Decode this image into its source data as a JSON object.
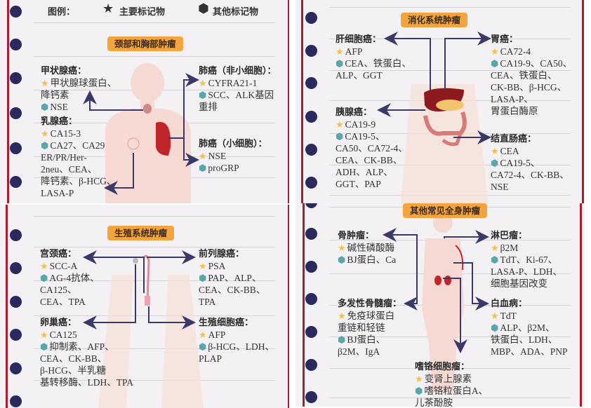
{
  "legend": {
    "label": "图例：",
    "main": "主要标记物",
    "other": "其他标记物"
  },
  "colors": {
    "border": "#a82030",
    "dot": "#2b2a5e",
    "title_bg": "#f4a43c",
    "star": "#f2c04a",
    "hex": "#5aa7a9",
    "arrow": "#3a3a6a"
  },
  "panels": [
    {
      "title": "颈部和胸部肿瘤",
      "blocks": [
        {
          "name": "甲状腺癌：",
          "star": [
            "甲状腺球蛋白、",
            "降钙素"
          ],
          "hex": [
            "NSE"
          ]
        },
        {
          "name": "乳腺癌：",
          "star": [
            "CA15-3"
          ],
          "hex": [
            "CA27、CA29",
            "ER/PR/Her-",
            "2neu、CEA、",
            "降钙素、β-HCG、",
            "LASA-P"
          ]
        },
        {
          "name": "肺癌（非小细胞）：",
          "star": [
            "CYFRA21-1"
          ],
          "hex": [
            "SCC、ALK基因",
            "重排"
          ]
        },
        {
          "name": "肺癌（小细胞）：",
          "star": [
            "NSE"
          ],
          "hex": [
            "proGRP"
          ]
        }
      ]
    },
    {
      "title": "消化系统肿瘤",
      "blocks": [
        {
          "name": "肝细胞癌：",
          "star": [
            "AFP"
          ],
          "hex": [
            "CEA、铁蛋白、",
            "ALP、GGT"
          ]
        },
        {
          "name": "胃癌：",
          "star": [
            "CA72-4"
          ],
          "hex": [
            "CA19-9、CA50、",
            "CEA、铁蛋白、",
            "CK-BB、β-HCG、",
            "LASA-P、",
            "胃蛋白酶原"
          ]
        },
        {
          "name": "胰腺癌：",
          "star": [
            "CA19-9"
          ],
          "hex": [
            "CA19-5、",
            "CA50、CA72-4、",
            "CEA、CK-BB、",
            "ADH、ALP、",
            "GGT、PAP"
          ]
        },
        {
          "name": "结直肠癌：",
          "star": [
            "CEA"
          ],
          "hex": [
            "CA19-5、",
            "CA72-4、CK-BB、",
            "NSE"
          ]
        }
      ]
    },
    {
      "title": "生殖系统肿瘤",
      "blocks": [
        {
          "name": "宫颈癌：",
          "star": [
            "SCC-A"
          ],
          "hex": [
            "AG-4抗体、",
            "CA125、",
            "CEA、TPA"
          ]
        },
        {
          "name": "前列腺癌：",
          "star": [
            "PSA"
          ],
          "hex": [
            "PAP、ALP、",
            "CEA、CK-BB、",
            "TPA"
          ]
        },
        {
          "name": "卵巢癌：",
          "star": [
            "CA125"
          ],
          "hex": [
            "抑制素、AFP、",
            "CEA、CK-BB、",
            "β-HCG、半乳糖",
            "基转移酶、LDH、TPA"
          ]
        },
        {
          "name": "生殖细胞癌：",
          "star": [
            "AFP"
          ],
          "hex": [
            "β-HCG、LDH、",
            "PLAP"
          ]
        }
      ]
    },
    {
      "title": "其他常见全身肿瘤",
      "blocks": [
        {
          "name": "骨肿瘤：",
          "star": [
            "碱性磷酸酶"
          ],
          "hex": [
            "BJ蛋白、Ca"
          ]
        },
        {
          "name": "淋巴瘤：",
          "star": [
            "β2M"
          ],
          "hex": [
            "TdT、Ki-67、",
            "LASA-P、LDH、",
            "细胞基因改变"
          ]
        },
        {
          "name": "多发性骨髓瘤：",
          "star": [
            "免疫球蛋白",
            "重链和轻链"
          ],
          "hex": [
            "BJ蛋白、",
            "β2M、IgA"
          ]
        },
        {
          "name": "白血病：",
          "star": [
            "TdT"
          ],
          "hex": [
            "ALP、β2M、",
            "铁蛋白、LDH、",
            "MBP、ADA、PNP"
          ]
        },
        {
          "name": "嗜铬细胞瘤：",
          "star": [
            "变肾上腺素"
          ],
          "hex": [
            "嗜铬粒蛋白A、",
            "儿茶酚胺"
          ]
        }
      ]
    }
  ]
}
